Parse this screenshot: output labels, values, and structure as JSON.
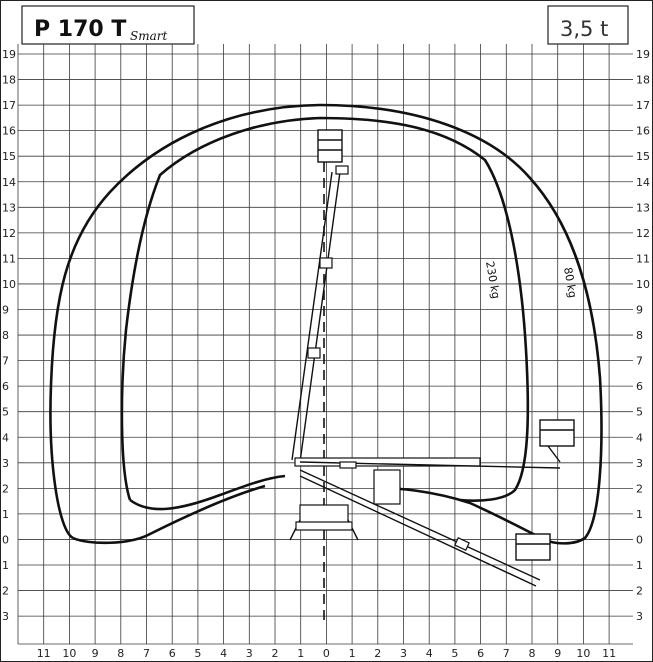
{
  "header": {
    "model": "P 170 T",
    "model_suffix": "Smart",
    "weight": "3,5 t"
  },
  "axes": {
    "y_left_labels": [
      "19",
      "18",
      "17",
      "16",
      "15",
      "14",
      "13",
      "12",
      "11",
      "10",
      "9",
      "8",
      "7",
      "6",
      "5",
      "4",
      "3",
      "2",
      "1",
      "0",
      "1",
      "2",
      "3"
    ],
    "y_right_labels": [
      "19",
      "18",
      "17",
      "16",
      "15",
      "14",
      "13",
      "12",
      "11",
      "10",
      "9",
      "8",
      "7",
      "6",
      "5",
      "4",
      "3",
      "2",
      "1",
      "0",
      "1",
      "2",
      "3"
    ],
    "x_labels": [
      "11",
      "10",
      "9",
      "8",
      "7",
      "6",
      "5",
      "4",
      "3",
      "2",
      "1",
      "0",
      "1",
      "2",
      "3",
      "4",
      "5",
      "6",
      "7",
      "8",
      "9",
      "10",
      "11"
    ]
  },
  "load_limits": [
    {
      "label": "230 kg"
    },
    {
      "label": "80 kg"
    }
  ]
}
